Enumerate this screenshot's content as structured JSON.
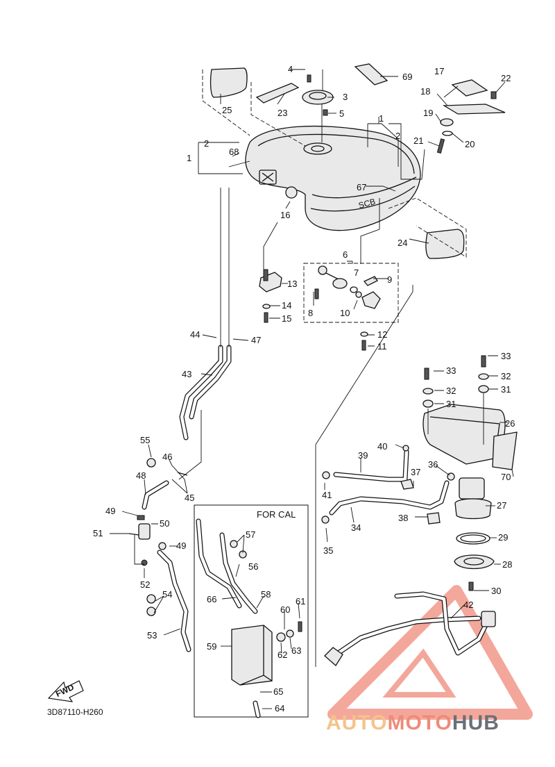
{
  "diagram": {
    "labels": [
      "1",
      "2",
      "3",
      "4",
      "5",
      "6",
      "7",
      "8",
      "9",
      "10",
      "11",
      "12",
      "13",
      "14",
      "15",
      "16",
      "17",
      "18",
      "19",
      "20",
      "21",
      "22",
      "23",
      "24",
      "25",
      "26",
      "27",
      "28",
      "29",
      "30",
      "31",
      "32",
      "33",
      "34",
      "35",
      "36",
      "37",
      "38",
      "39",
      "40",
      "41",
      "42",
      "43",
      "44",
      "45",
      "46",
      "47",
      "48",
      "49",
      "50",
      "51",
      "52",
      "53",
      "54",
      "55",
      "56",
      "57",
      "58",
      "59",
      "60",
      "61",
      "62",
      "63",
      "64",
      "65",
      "66",
      "67",
      "68",
      "69",
      "70"
    ],
    "for_cal_label": "FOR CAL",
    "fwd_label": "FWD",
    "part_code": "3D87110-H260"
  },
  "brand": {
    "part1": "AUTO",
    "part2": "MOTO",
    "part3": "HUB",
    "colors": {
      "auto": "#f4c38a",
      "moto": "#f08a7a",
      "hub": "#6b6f78",
      "triangle": "#f08a7a"
    }
  }
}
